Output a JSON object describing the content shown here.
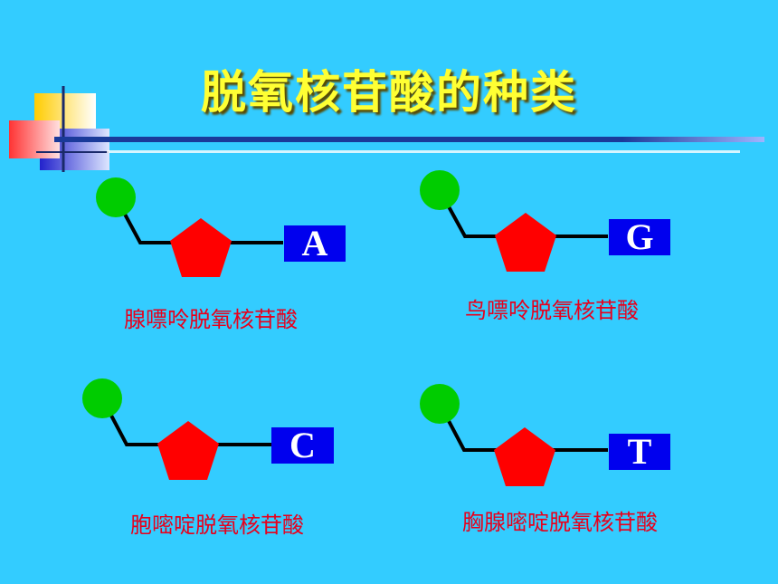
{
  "title": "脱氧核苷酸的种类",
  "colors": {
    "background": "#33ccff",
    "title": "#ffff33",
    "phosphate": "#00cc00",
    "sugar": "#ff0000",
    "base_box": "#0000ee",
    "caption": "#e8001c"
  },
  "nucleotides": [
    {
      "base": "A",
      "name": "腺嘌呤脱氧核苷酸"
    },
    {
      "base": "G",
      "name": "鸟嘌呤脱氧核苷酸"
    },
    {
      "base": "C",
      "name": "胞嘧啶脱氧核苷酸"
    },
    {
      "base": "T",
      "name": "胸腺嘧啶脱氧核苷酸"
    }
  ]
}
